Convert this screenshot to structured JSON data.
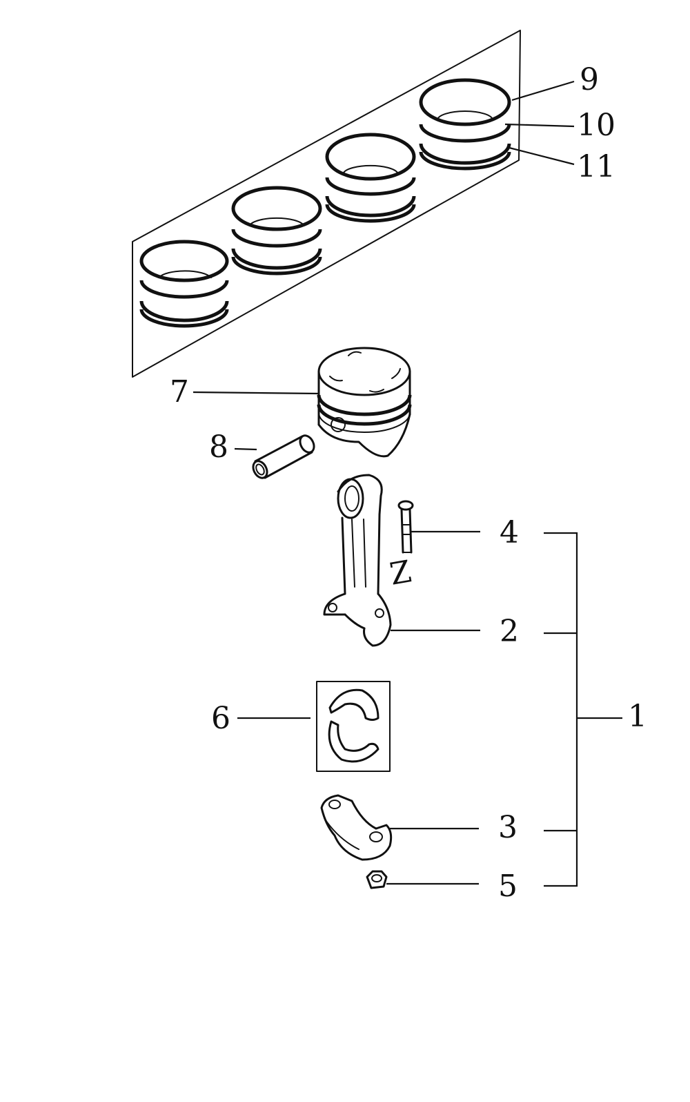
{
  "callouts": {
    "c1": "1",
    "c2": "2",
    "c3": "3",
    "c4": "4",
    "c5": "5",
    "c6": "6",
    "c7": "7",
    "c8": "8",
    "c9": "9",
    "c10": "10",
    "c11": "11",
    "rod_mark": "Z"
  }
}
